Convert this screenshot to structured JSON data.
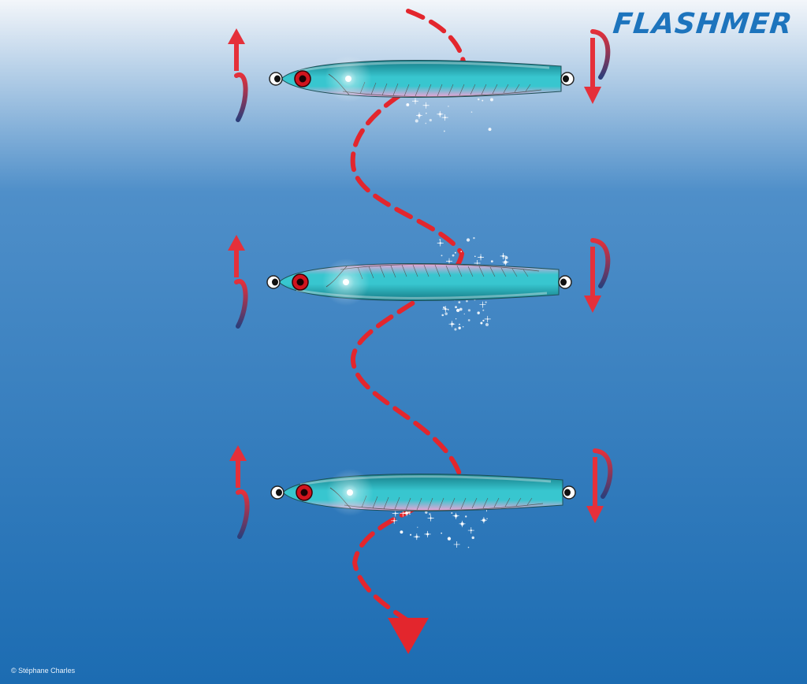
{
  "brand": {
    "name": "FLASHMER"
  },
  "credit": {
    "text": "© Stéphane Charles"
  },
  "colors": {
    "water_top": "#f3f6fa",
    "water_mid": "#4f8fc9",
    "water_bottom": "#1c6cb2",
    "brand": "#1d74bd",
    "arrow_red": "#e5303a",
    "arrow_navy": "#2d3e7a",
    "lure_body": "#38c6cf",
    "lure_belly": "#f2a2d6",
    "lure_back": "#157b86",
    "eye": "#d1141e",
    "path_red": "#e3262d"
  },
  "lures": [
    {
      "orientation": "belly-down"
    },
    {
      "orientation": "belly-up"
    },
    {
      "orientation": "belly-down"
    }
  ]
}
